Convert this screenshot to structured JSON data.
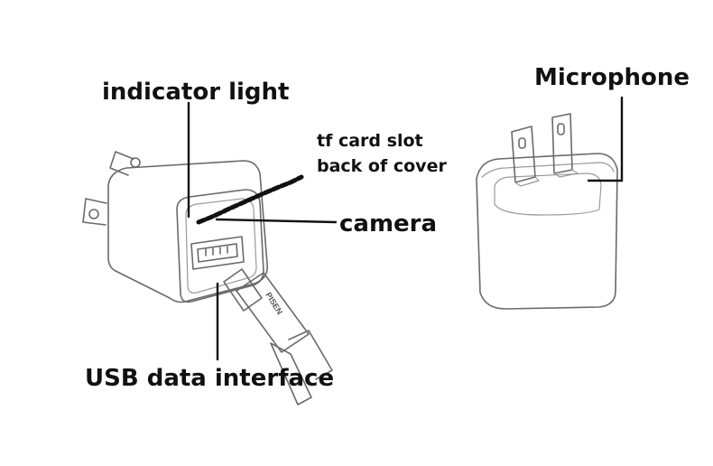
{
  "labels": {
    "indicator_light": "indicator light",
    "tf_card_slot": "tf card slot",
    "back_of_cover": "back of cover",
    "camera": "camera",
    "usb_data_interface": "USB data interface",
    "microphone": "Microphone"
  },
  "cable_brand": "PISEN",
  "colors": {
    "text": "#111111",
    "outline": "#6a6a6a",
    "background": "#ffffff"
  }
}
